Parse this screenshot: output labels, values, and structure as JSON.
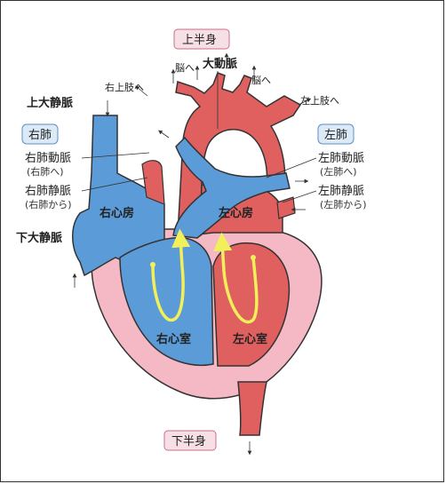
{
  "labels": {
    "upper_body": "上半身",
    "lower_body": "下半身",
    "to_brain_1": "脳へ",
    "to_brain_2": "脳へ",
    "aorta": "大動脈",
    "right_arm": "右上肢へ",
    "left_arm": "左上肢へ",
    "superior_vena_cava": "上大静脈",
    "inferior_vena_cava": "下大静脈",
    "right_lung": "右肺",
    "left_lung": "左肺",
    "right_pulmonary_artery": "右肺動脈",
    "right_pulmonary_artery_note": "(右肺へ)",
    "right_pulmonary_vein": "右肺静脈",
    "right_pulmonary_vein_note": "(右肺から)",
    "left_pulmonary_artery": "左肺動脈",
    "left_pulmonary_artery_note": "(左肺へ)",
    "left_pulmonary_vein": "左肺静脈",
    "left_pulmonary_vein_note": "(左肺から)",
    "right_atrium": "右心房",
    "left_atrium": "左心房",
    "right_ventricle": "右心室",
    "left_ventricle": "左心室"
  },
  "colors": {
    "oxygenated": "#e06060",
    "deoxygenated": "#5b9bd8",
    "heart_wall": "#f4b9c4",
    "flow_arrow": "#f2f05a"
  }
}
